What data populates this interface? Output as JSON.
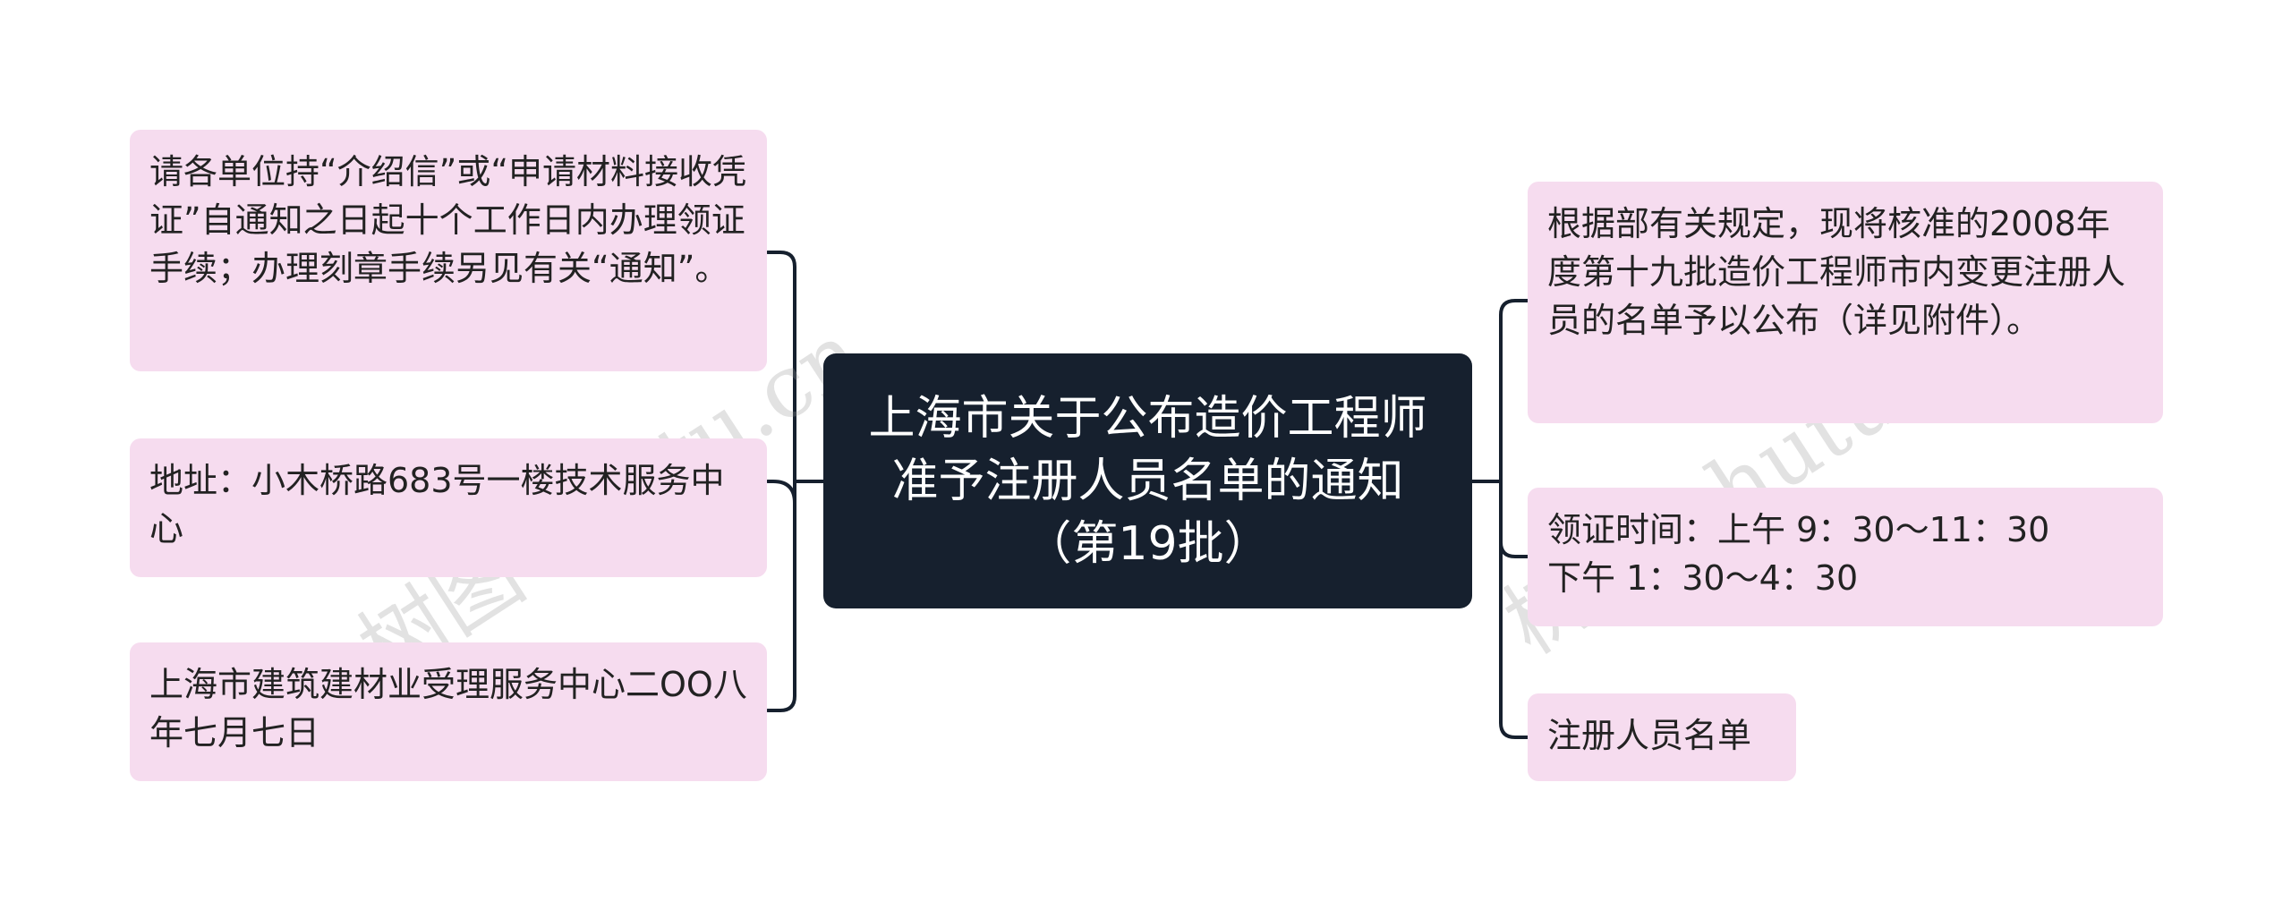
{
  "center": {
    "title": "上海市关于公布造价工程师准予注册人员名单的通知（第19批）"
  },
  "left_nodes": [
    {
      "text": "请各单位持“介绍信”或“申请材料接收凭证”自通知之日起十个工作日内办理领证手续；办理刻章手续另见有关“通知”。"
    },
    {
      "text": "地址：小木桥路683号一楼技术服务中心"
    },
    {
      "text": "上海市建筑建材业受理服务中心二OO八年七月七日"
    }
  ],
  "right_nodes": [
    {
      "text": "根据部有关规定，现将核准的2008年度第十九批造价工程师市内变更注册人员的名单予以公布（详见附件）。"
    },
    {
      "text": "领证时间：上午 9：30～11：30\n下午 1：30～4：30"
    },
    {
      "text": "注册人员名单"
    }
  ],
  "watermark": {
    "text": "树图 shutu.cn"
  },
  "colors": {
    "center_bg": "#16202e",
    "node_bg": "#f6dcef",
    "connector": "#16202e"
  }
}
